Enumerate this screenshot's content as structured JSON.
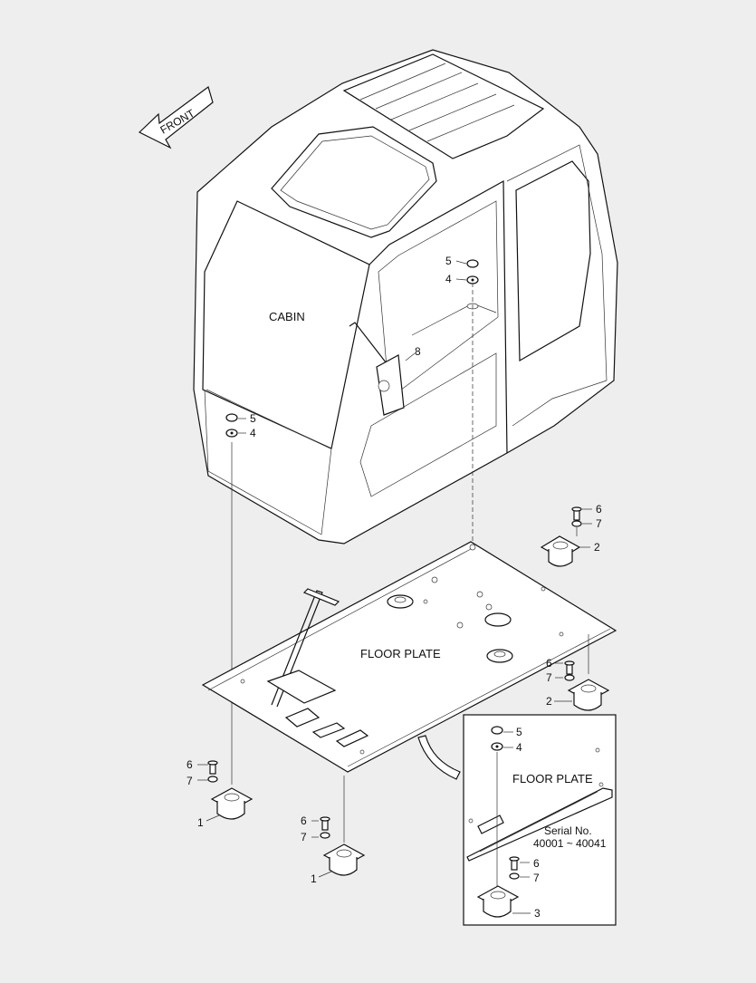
{
  "front_label": "FRONT",
  "cabin_label": "CABIN",
  "floor_plate_label": "FLOOR PLATE",
  "inset": {
    "floor_plate_label": "FLOOR PLATE",
    "serial_line1": "Serial No.",
    "serial_line2": "40001 ~ 40041"
  },
  "callouts": {
    "c1a": "1",
    "c1b": "1",
    "c2a": "2",
    "c2b": "2",
    "c3": "3",
    "c4a": "4",
    "c4b": "4",
    "c4c": "4",
    "c5a": "5",
    "c5b": "5",
    "c5c": "5",
    "c6a": "6",
    "c6b": "6",
    "c6c": "6",
    "c6d": "6",
    "c6e": "6",
    "c7a": "7",
    "c7b": "7",
    "c7c": "7",
    "c7d": "7",
    "c7e": "7",
    "c8": "8"
  }
}
